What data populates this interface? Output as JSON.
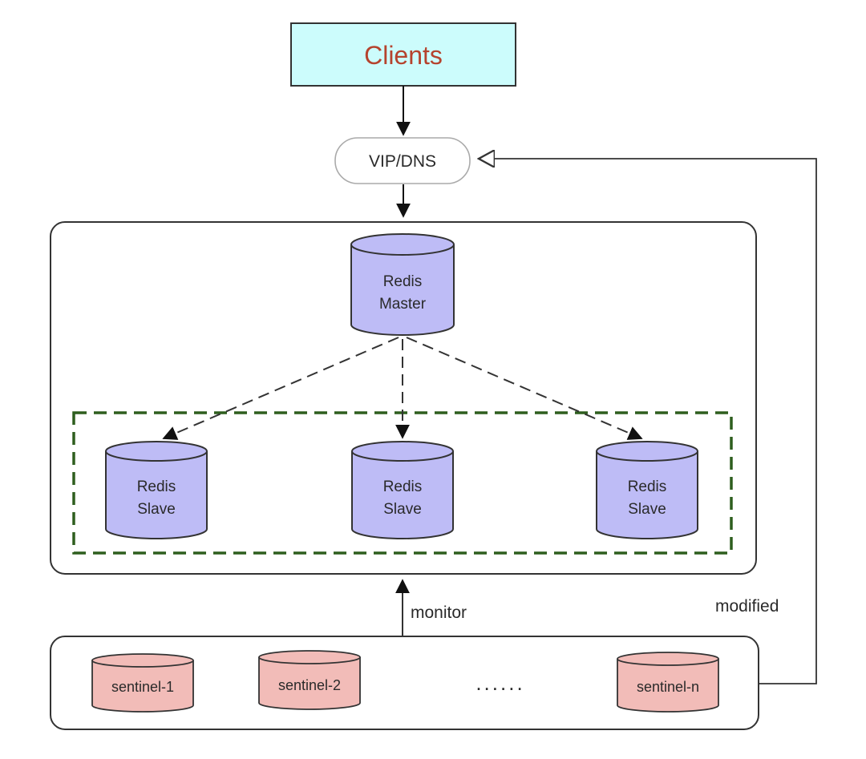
{
  "colors": {
    "clients_fill": "#ccfcfc",
    "clients_text": "#b5432e",
    "redis_fill": "#bebcf6",
    "sentinel_fill": "#f2bcb8",
    "group_dash": "#2e5e1e",
    "stroke": "#333333"
  },
  "clients": {
    "label": "Clients"
  },
  "vip": {
    "label": "VIP/DNS"
  },
  "master": {
    "line1": "Redis",
    "line2": "Master"
  },
  "slaves": [
    {
      "line1": "Redis",
      "line2": "Slave"
    },
    {
      "line1": "Redis",
      "line2": "Slave"
    },
    {
      "line1": "Redis",
      "line2": "Slave"
    }
  ],
  "sentinels": [
    {
      "label": "sentinel-1"
    },
    {
      "label": "sentinel-2"
    },
    {
      "label": "sentinel-n"
    }
  ],
  "ellipsis": "......",
  "edges": {
    "monitor": "monitor",
    "modified": "modified"
  }
}
